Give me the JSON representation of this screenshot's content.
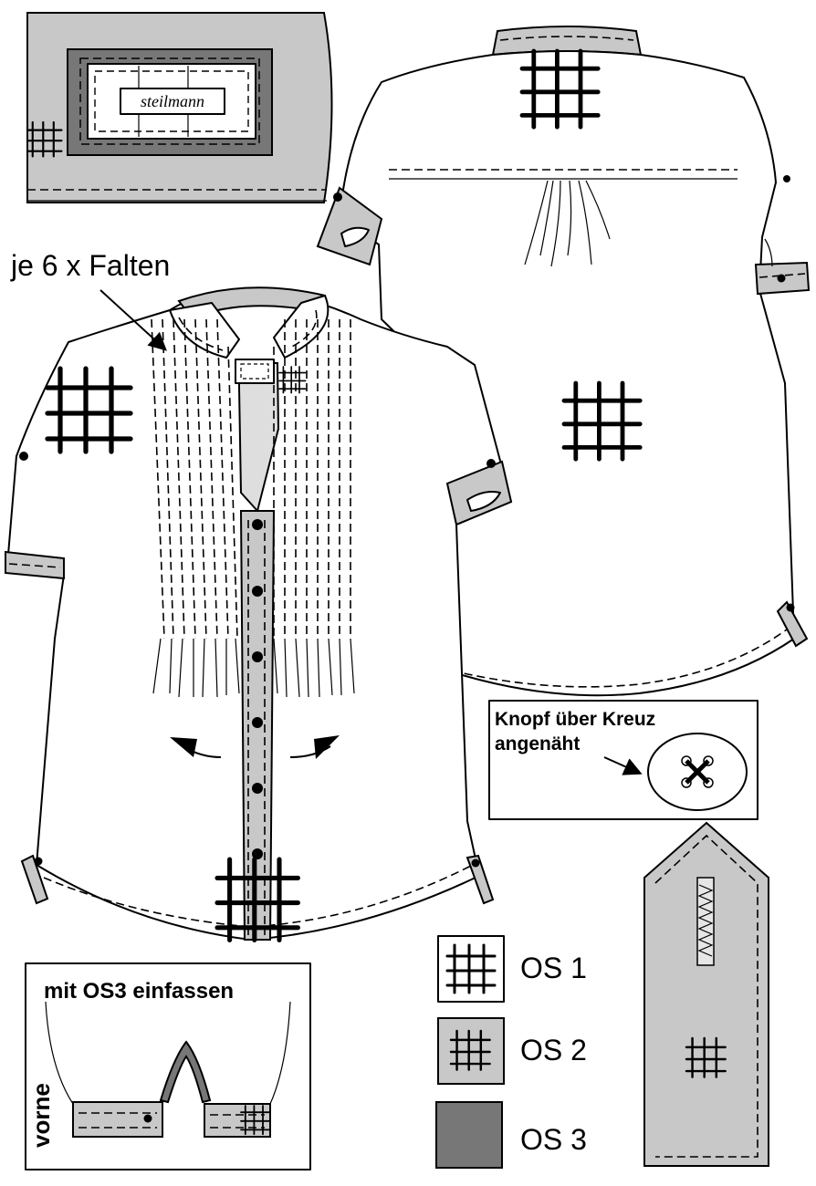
{
  "labels": {
    "brand": "steilmann",
    "pleats": "je 6 x Falten",
    "button_line1": "Knopf über Kreuz",
    "button_line2": "angenäht",
    "binding": "mit OS3 einfassen",
    "front": "vorne"
  },
  "legend": [
    {
      "label": "OS 1",
      "pattern": "grid-icon",
      "fill": "#ffffff"
    },
    {
      "label": "OS 2",
      "pattern": "grid-icon",
      "fill": "#c8c8c8"
    },
    {
      "label": "OS 3",
      "pattern": "none",
      "fill": "#777777"
    }
  ],
  "colors": {
    "light_gray": "#c8c8c8",
    "dark_gray": "#777777",
    "line": "#000000"
  }
}
